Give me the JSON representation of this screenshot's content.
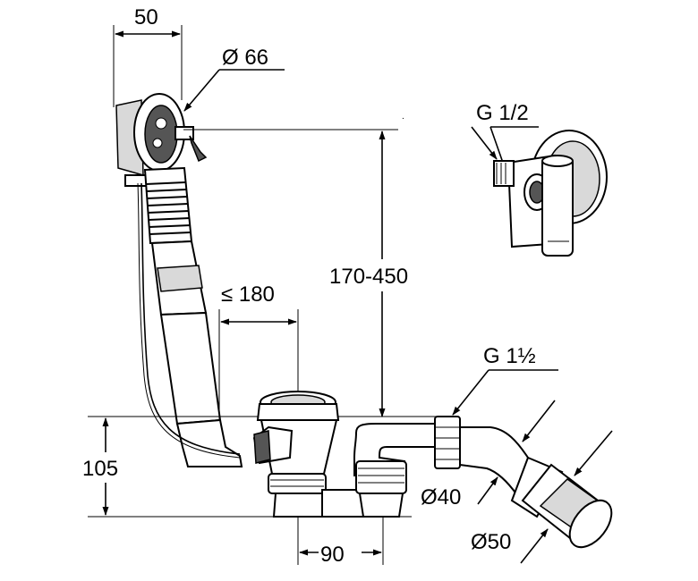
{
  "dimensions": {
    "overflow_width": "50",
    "overflow_diameter": "Ø 66",
    "height_range": "170-450",
    "max_distance": "≤ 180",
    "depth": "105",
    "waste_spacing": "90",
    "overflow_thread": "G 1/2",
    "outlet_thread": "G 1½",
    "pipe_small": "Ø40",
    "pipe_large": "Ø50"
  },
  "colors": {
    "line": "#000000",
    "background": "#ffffff",
    "shade": "#d9d9d9"
  }
}
